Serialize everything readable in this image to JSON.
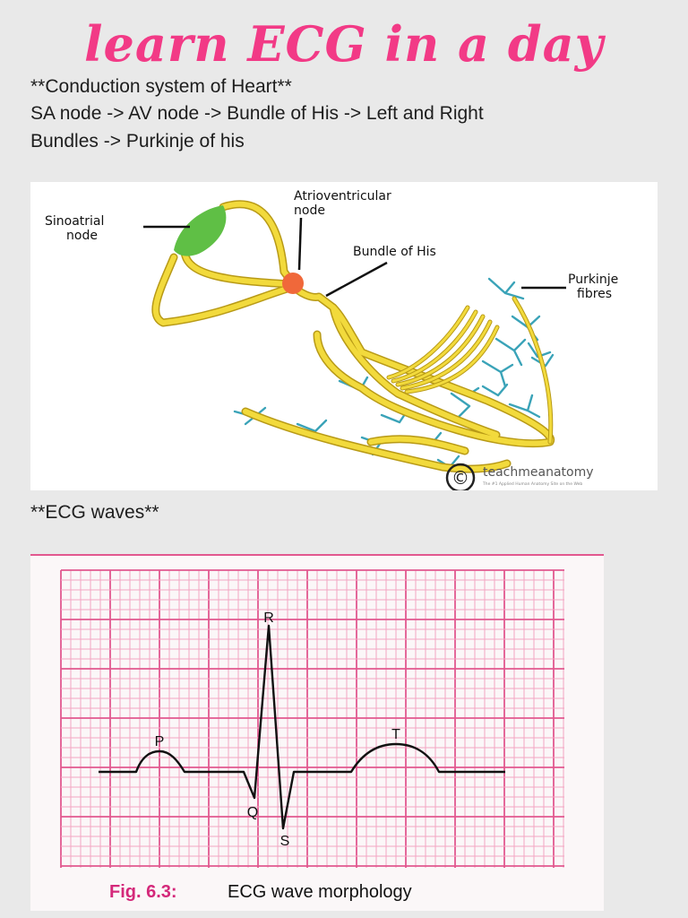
{
  "page": {
    "title": "learn ECG in a day",
    "notes": {
      "heading": "**Conduction system of Heart**",
      "line1": "SA node -> AV node -> Bundle of His -> Left and Right",
      "line2": "Bundles -> Purkinje of his"
    },
    "waves_heading": "**ECG waves**"
  },
  "conduction_diagram": {
    "labels": {
      "sa_1": "Sinoatrial",
      "sa_2": "node",
      "av_1": "Atrioventricular",
      "av_2": "node",
      "his": "Bundle of His",
      "purkinje_1": "Purkinje",
      "purkinje_2": "fibres"
    },
    "watermark": {
      "symbol": "©",
      "brand": "teachmeanatomy",
      "tagline": "The #1 Applied Human Anatomy Site on the Web"
    },
    "colors": {
      "conduction_path": "#f2da3c",
      "path_outline": "#b89a16",
      "sa_node": "#5fbf45",
      "av_node": "#f0683a",
      "purkinje": "#3aa3b8"
    }
  },
  "ecg_figure": {
    "wave_labels": {
      "p": "P",
      "q": "Q",
      "r": "R",
      "s": "S",
      "t": "T"
    },
    "caption_number": "Fig. 6.3:",
    "caption_text": "ECG wave morphology",
    "colors": {
      "grid_minor": "#f3a6c2",
      "grid_major": "#e2588f",
      "trace": "#111111"
    }
  }
}
